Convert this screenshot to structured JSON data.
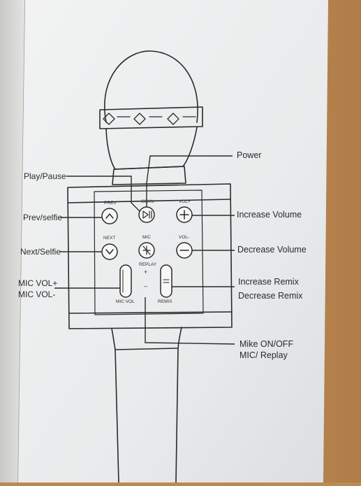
{
  "callouts": {
    "power": "Power",
    "play_pause": "Play/Pause",
    "prev_selfie": "Prev/selfie",
    "next_selfie": "Next/Selfie",
    "mic_vol_plus": "MIC VOL+",
    "mic_vol_minus": "MIC VOL-",
    "increase_volume": "Increase Volume",
    "decrease_volume": "Decrease Volume",
    "increase_remix": "Increase Remix",
    "decrease_remix": "Decrease Remix",
    "mike_on_off": "Mike ON/OFF",
    "mic_replay": "MIC/ Replay"
  },
  "panel": {
    "prev": "PREV",
    "scan": "SCAN",
    "vol_plus": "VOL+",
    "next": "NEXT",
    "mic": "MIC",
    "vol_minus": "VOL-",
    "replay": "REPLAY",
    "plus": "+",
    "minus": "–",
    "mic_vol": "MIC VOL",
    "remix": "REMIX"
  },
  "colors": {
    "background_wood": "#b98a55",
    "box_paper": "#eceeef",
    "line_art": "#2a2a2a"
  }
}
